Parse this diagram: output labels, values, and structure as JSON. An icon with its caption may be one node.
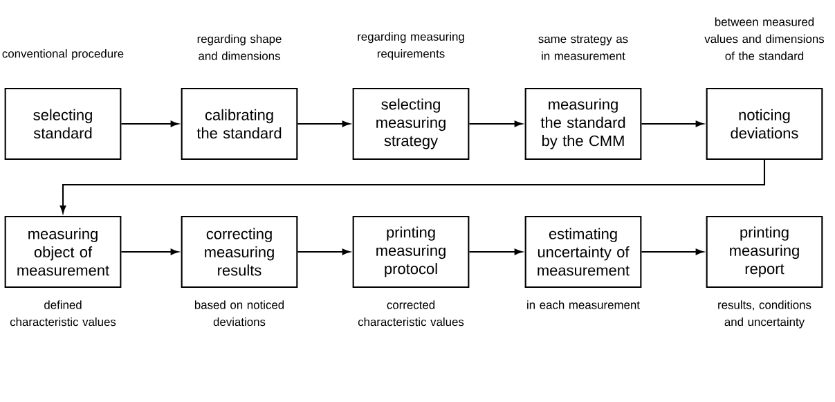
{
  "diagram": {
    "nodes": [
      {
        "text": [
          "selecting standard"
        ],
        "beside": [
          "conventional procedure"
        ]
      },
      {
        "text": [
          "calibrating the standard"
        ],
        "beside": [
          "regarding shape and dimensions"
        ]
      },
      {
        "text": [
          "selecting measuring strategy"
        ],
        "beside": [
          "regarding measuring requirements"
        ]
      },
      {
        "text": [
          "measuring the standard by the CMM"
        ],
        "beside": [
          "same strategy as in measurement"
        ]
      },
      {
        "text": [
          "noticing deviations"
        ],
        "beside": [
          "between measured values and dimensions of the standard"
        ]
      },
      {
        "text": [
          "measuring object of measurement"
        ],
        "beside": [
          "defined characteristic values"
        ]
      },
      {
        "text": [
          "correcting measuring results"
        ],
        "beside": [
          "based on noticed deviations"
        ]
      },
      {
        "text": [
          "printing measuring protocol"
        ],
        "beside": [
          "corrected characteristic values"
        ]
      },
      {
        "text": [
          "estimating uncertainty of measurement"
        ],
        "beside": [
          "in each measurement"
        ]
      },
      {
        "text": [
          "printing measuring report"
        ],
        "beside": [
          "results, conditions and uncertainty"
        ]
      }
    ],
    "edges": [
      {
        "from": 0,
        "to": 1,
        "arrow": "to"
      },
      {
        "from": 1,
        "to": 2,
        "arrow": "to"
      },
      {
        "from": 2,
        "to": 3,
        "arrow": "to"
      },
      {
        "from": 3,
        "to": 4,
        "arrow": "to"
      },
      {
        "from": 4,
        "to": 5,
        "arrow": "to"
      },
      {
        "from": 5,
        "to": 6,
        "arrow": "to"
      },
      {
        "from": 6,
        "to": 7,
        "arrow": "to"
      },
      {
        "from": 7,
        "to": 8,
        "arrow": "to"
      },
      {
        "from": 8,
        "to": 9,
        "arrow": "to"
      }
    ]
  }
}
